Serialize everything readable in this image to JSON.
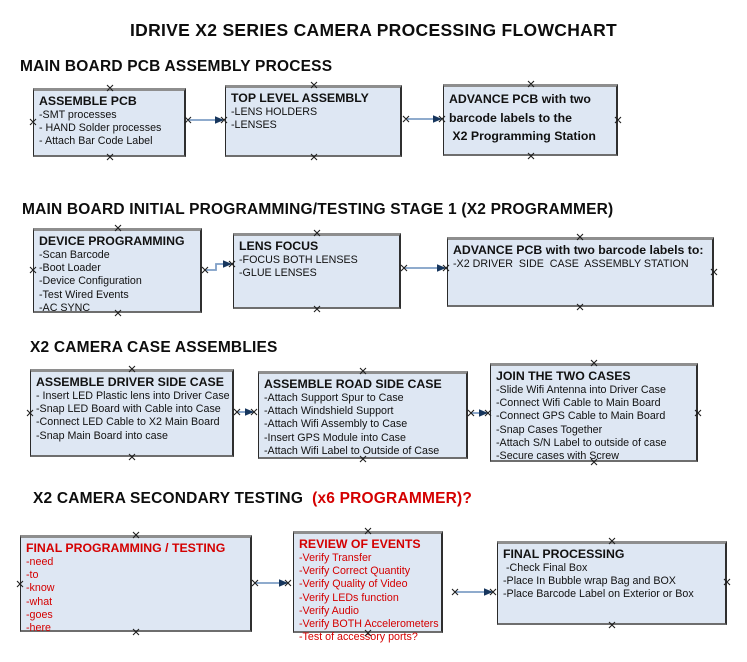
{
  "title": "IDRIVE X2  SERIES CAMERA PROCESSING FLOWCHART",
  "sections": [
    {
      "header": "MAIN BOARD PCB ASSEMBLY PROCESS",
      "boxes": [
        {
          "title": "ASSEMBLE PCB",
          "body": "-SMT processes\n- HAND Solder processes\n- Attach Bar Code Label"
        },
        {
          "title": "TOP LEVEL ASSEMBLY",
          "body": "-LENS HOLDERS\n-LENSES"
        },
        {
          "title": "ADVANCE PCB with two",
          "body": "barcode labels to the\n X2 Programming Station"
        }
      ]
    },
    {
      "header": "MAIN BOARD INITIAL PROGRAMMING/TESTING STAGE 1 (X2 PROGRAMMER)",
      "boxes": [
        {
          "title": "DEVICE PROGRAMMING",
          "body": "-Scan Barcode\n-Boot Loader\n-Device Configuration\n-Test Wired Events\n-AC SYNC"
        },
        {
          "title": "LENS FOCUS",
          "body": "-FOCUS BOTH LENSES\n-GLUE LENSES"
        },
        {
          "title": "ADVANCE PCB with two barcode labels to:",
          "body": "-X2 DRIVER  SIDE  CASE  ASSEMBLY STATION"
        }
      ]
    },
    {
      "header": "X2 CAMERA CASE ASSEMBLIES",
      "boxes": [
        {
          "title": "ASSEMBLE DRIVER SIDE CASE",
          "body": "- Insert LED Plastic lens into Driver Case\n-Snap LED Board with Cable into Case\n-Connect LED Cable to X2 Main Board\n-Snap Main Board into case"
        },
        {
          "title": "ASSEMBLE ROAD SIDE CASE",
          "body": "-Attach Support Spur to Case\n-Attach Windshield Support\n-Attach Wifi Assembly to Case\n-Insert GPS Module into Case\n-Attach Wifi Label to Outside of Case"
        },
        {
          "title": "JOIN THE TWO CASES",
          "body": "-Slide Wifi Antenna into Driver Case\n-Connect Wifi Cable to Main Board\n-Connect GPS Cable to Main Board\n-Snap Cases Together\n-Attach S/N Label to outside of case\n-Secure cases with Screw"
        }
      ]
    },
    {
      "header": "X2 CAMERA SECONDARY TESTING ",
      "header_red": " (x6 PROGRAMMER)?",
      "boxes": [
        {
          "title": "FINAL PROGRAMMING / TESTING",
          "body": "-need\n-to\n-know\n-what\n-goes\n-here"
        },
        {
          "title": "REVIEW OF EVENTS",
          "body": "-Verify Transfer\n-Verify Correct Quantity\n-Verify Quality of Video\n-Verify LEDs function\n-Verify Audio\n-Verify BOTH Accelerometers\n-Test of accessory ports?"
        },
        {
          "title": "FINAL PROCESSING",
          "body": " -Check Final Box\n-Place In Bubble wrap Bag and BOX\n-Place Barcode Label on Exterior or Box"
        }
      ]
    }
  ],
  "colors": {
    "box_fill": "#dee7f3",
    "red_text": "#d40000",
    "arrow_line": "#7f9fc6",
    "arrow_head": "#17365d",
    "handle_mark": "#1f1f1f"
  }
}
